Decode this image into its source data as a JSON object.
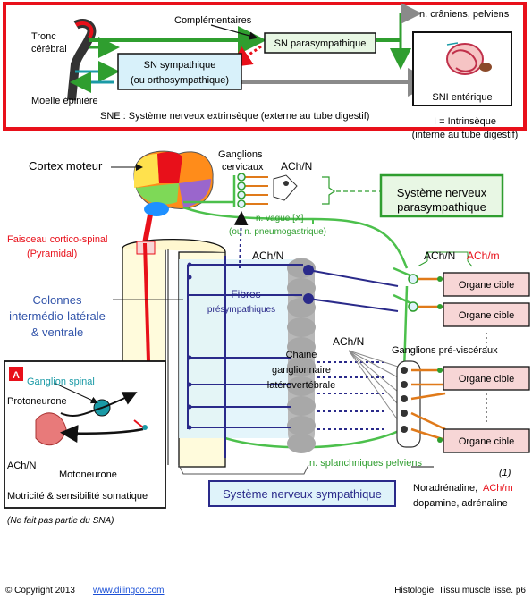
{
  "top_panel": {
    "tronc": "Tronc",
    "cerebral": "cérébral",
    "moelle": "Moelle épinière",
    "complementaires": "Complémentaires",
    "sn_para": "SN parasympathique",
    "sn_symp_1": "SN sympathique",
    "sn_symp_2": "(ou orthosympathique)",
    "n_craniens": "n. crâniens, pelviens",
    "sni": "SNI entérique",
    "sne_caption": "SNE : Système nerveux extrinsèque (externe au tube digestif)",
    "intrinseque_1": "I = Intrinsèque",
    "intrinseque_2": "(interne au tube digestif)"
  },
  "main": {
    "cortex": "Cortex moteur",
    "ganglions_cervicaux_1": "Ganglions",
    "ganglions_cervicaux_2": "cervicaux",
    "ach_n": "ACh/N",
    "ach_m": "ACh/m",
    "sys_para_1": "Système nerveux",
    "sys_para_2": "parasympathique",
    "n_vague_1": "n. vague [X]",
    "n_vague_2": "(ou n. pneumogastrique)",
    "faisceau_1": "Faisceau cortico-spinal",
    "faisceau_2": "(Pyramidal)",
    "colonnes_1": "Colonnes",
    "colonnes_2": "intermédio-latérale",
    "colonnes_3": "& ventrale",
    "fibres_1": "Fibres",
    "fibres_2": "présympathiques",
    "chaine_1": "Chaine",
    "chaine_2": "ganglionnaire",
    "chaine_3": "latérovertébrale",
    "ganglions_previsceraux": "Ganglions pré-viscéraux",
    "organe_cible": "Organe cible",
    "splanchniques": "n. splanchniques pelviens",
    "sys_symp": "Système nerveux sympathique",
    "note_num": "(1)",
    "neuro_1": "Noradrénaline,",
    "neuro_2": "dopamine, adrénaline",
    "box_a_letter": "A",
    "ganglion_spinal": "Ganglion spinal",
    "protoneurone": "Protoneurone",
    "motoneurone": "Motoneurone",
    "motricite": "Motricité & sensibilité somatique",
    "ne_fait_pas": "(Ne fait pas partie du SNA)"
  },
  "footer": {
    "copyright_prefix": "© Copyright 2013",
    "link": "www.dilingco.com",
    "right": "Histologie. Tissu muscle lisse. p6"
  },
  "colors": {
    "red": "#e8101a",
    "green": "#2f9e2f",
    "teal": "#1a9aa6",
    "blue_label": "#3355aa",
    "navy": "#2a2a8a",
    "organ_fill": "#f7d6d6",
    "cyan_fill": "#dff3fa",
    "grey": "#8a8a8a"
  }
}
